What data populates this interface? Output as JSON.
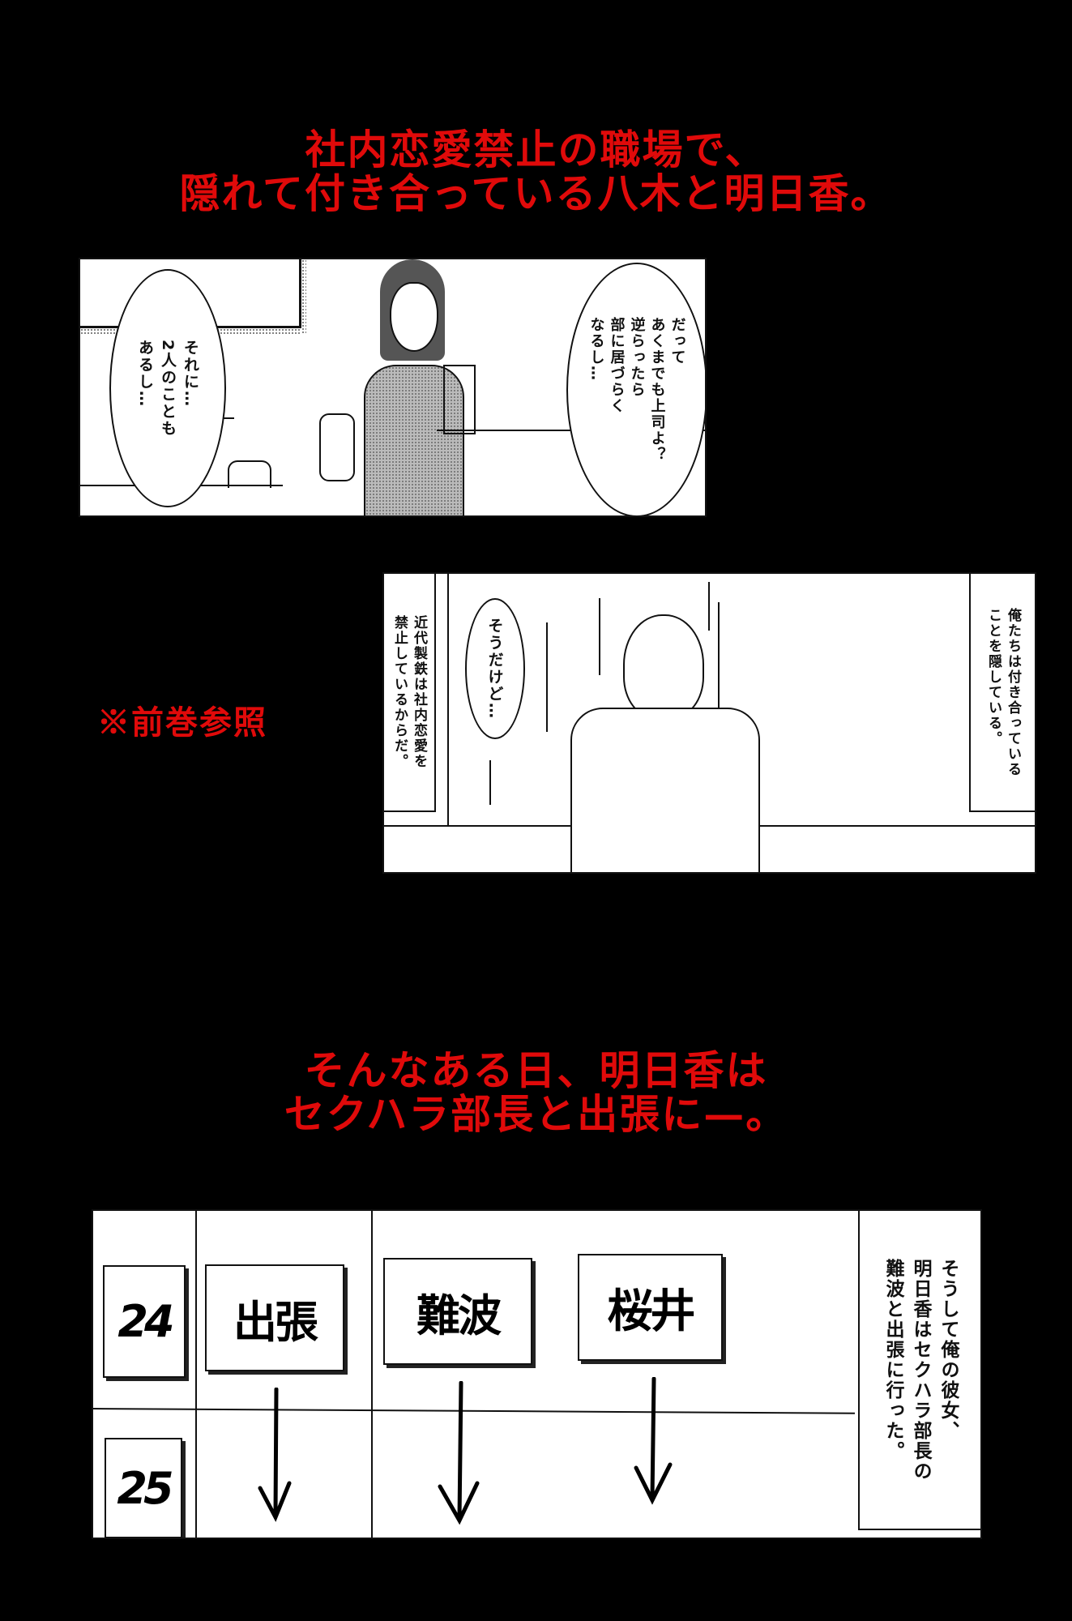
{
  "header_caption": {
    "line1": "社内恋愛禁止の職場で、",
    "line2": "隠れて付き合っている八木と明日香。",
    "color": "#e00a0a"
  },
  "panel1": {
    "bubble_left": {
      "text": "それに…\n2人のことも\nあるし…"
    },
    "bubble_left_col1": "それに…",
    "bubble_left_col2": "2人のことも",
    "bubble_left_col3": "あるし…",
    "bubble_right_col1": "だって",
    "bubble_right_col2": "あくまでも上司よ？",
    "bubble_right_col3": "逆らったら",
    "bubble_right_col4": "部に居づらく",
    "bubble_right_col5": "なるし…"
  },
  "note": {
    "text": "※前巻参照",
    "color": "#e00a0a"
  },
  "panel2": {
    "caption_left_col1": "近代製鉄は社内恋愛を",
    "caption_left_col2": "禁止しているからだ。",
    "bubble_col1": "そうだけど…",
    "caption_right_col1": "俺たちは付き合っている",
    "caption_right_col2": "ことを隠している。"
  },
  "middle_caption": {
    "line1": "そんなある日、明日香は",
    "line2": "セクハラ部長と出張に—。",
    "color": "#e00a0a"
  },
  "calendar_panel": {
    "dates": [
      "24",
      "25"
    ],
    "cards": [
      "出張",
      "難波",
      "桜井"
    ],
    "caption_col1": "そうして俺の彼女、",
    "caption_col2": "明日香はセクハラ部長の",
    "caption_col3": "難波と出張に行った。"
  }
}
